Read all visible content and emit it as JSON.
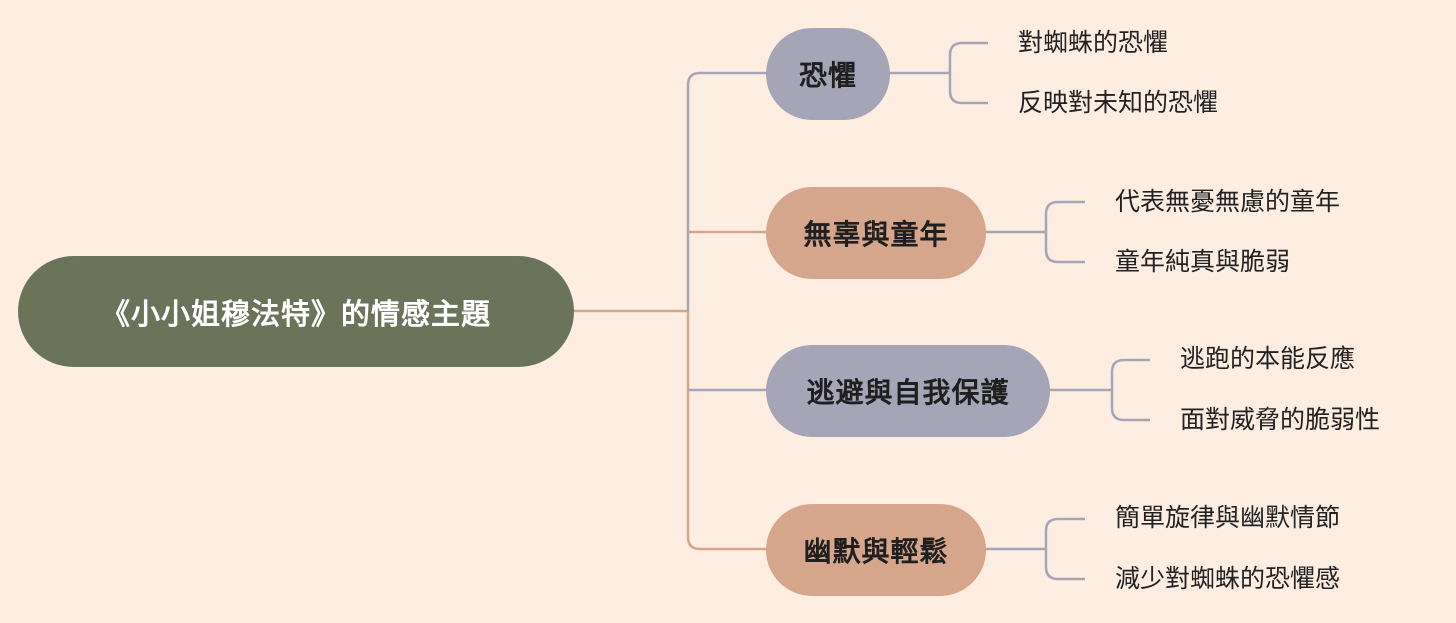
{
  "root": {
    "label": "《小小姐穆法特》的情感主題"
  },
  "branches": [
    {
      "label": "恐懼",
      "children": [
        "對蜘蛛的恐懼",
        "反映對未知的恐懼"
      ]
    },
    {
      "label": "無辜與童年",
      "children": [
        "代表無憂無慮的童年",
        "童年純真與脆弱"
      ]
    },
    {
      "label": "逃避與自我保護",
      "children": [
        "逃跑的本能反應",
        "面對威脅的脆弱性"
      ]
    },
    {
      "label": "幽默與輕鬆",
      "children": [
        "簡單旋律與幽默情節",
        "減少對蜘蛛的恐懼感"
      ]
    }
  ],
  "colors": {
    "background": "#fdeee1",
    "root": "#6b7459",
    "branch_gray": "#a6a5b8",
    "branch_tan": "#d5a68b",
    "connector_gray": "#a6a5b8",
    "connector_tan": "#d5a68b"
  }
}
